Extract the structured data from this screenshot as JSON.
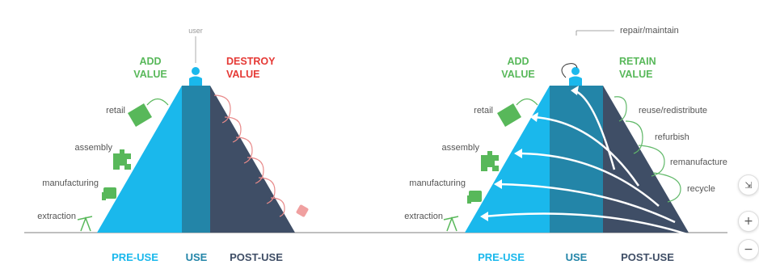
{
  "left": {
    "heading_add": [
      "ADD",
      "VALUE"
    ],
    "heading_destroy": [
      "DESTROY",
      "VALUE"
    ],
    "user_label": "user",
    "processes": [
      "retail",
      "assembly",
      "manufacturing",
      "extraction"
    ],
    "stages": [
      "PRE-USE",
      "USE",
      "POST-USE"
    ]
  },
  "right": {
    "heading_add": [
      "ADD",
      "VALUE"
    ],
    "heading_retain": [
      "RETAIN",
      "VALUE"
    ],
    "repair_label": "repair/maintain",
    "processes": [
      "retail",
      "assembly",
      "manufacturing",
      "extraction"
    ],
    "loops": [
      "reuse/redistribute",
      "refurbish",
      "remanufacture",
      "recycle"
    ],
    "stages": [
      "PRE-USE",
      "USE",
      "POST-USE"
    ]
  },
  "controls": {
    "fit_icon": "compress-icon",
    "zoom_in": "+",
    "zoom_out": "−"
  },
  "colors": {
    "pre_use": "#1ab8ec",
    "use": "#2385a8",
    "post_use": "#3f4e66",
    "green": "#58b85a",
    "red": "#e53935",
    "loop_red": "#e88a8a",
    "loop_green": "#62b96a"
  }
}
